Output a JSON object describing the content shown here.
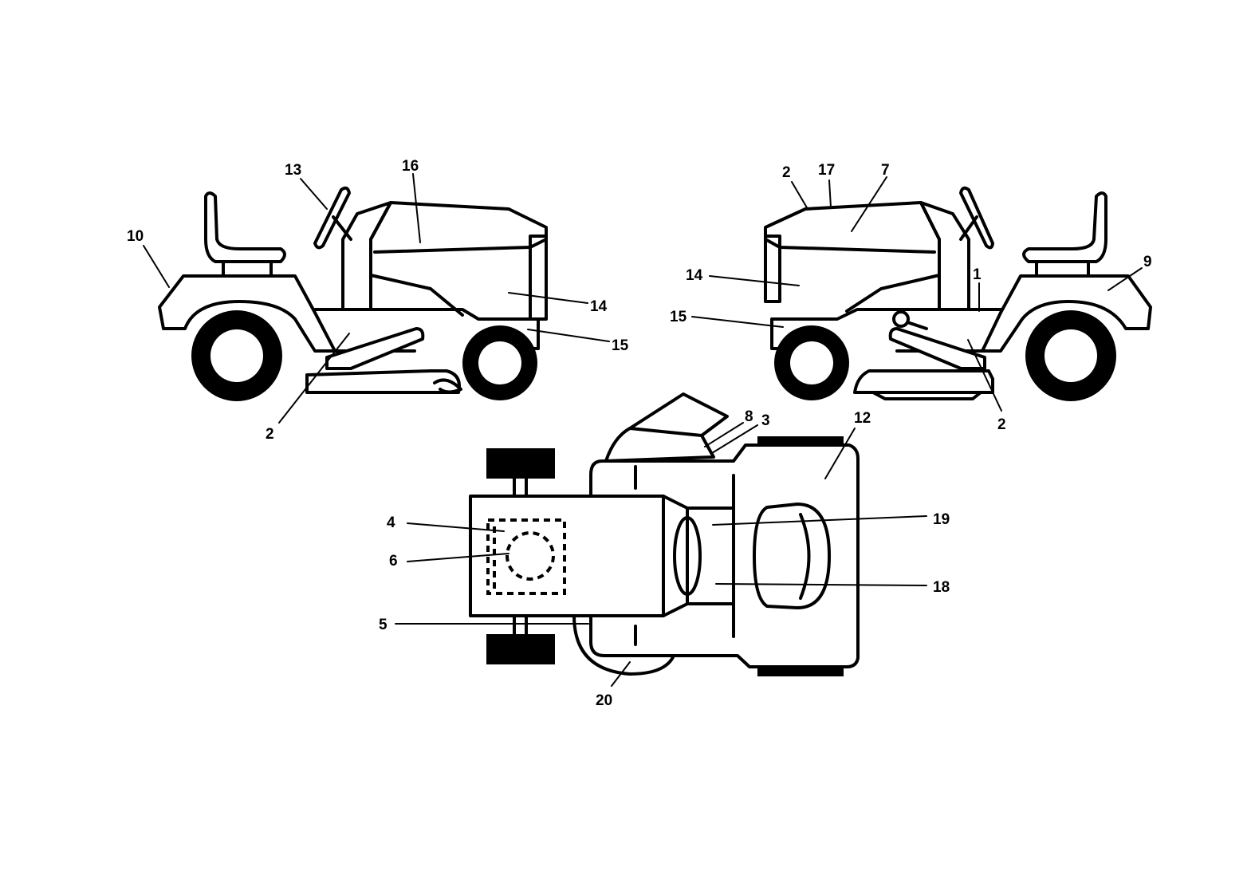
{
  "callouts": {
    "left_view": {
      "c13": "13",
      "c16": "16",
      "c10": "10",
      "c14": "14",
      "c15": "15",
      "c2": "2"
    },
    "right_view": {
      "c2_top": "2",
      "c17": "17",
      "c7": "7",
      "c14": "14",
      "c1": "1",
      "c9": "9",
      "c15": "15",
      "c2_bottom": "2"
    },
    "top_view": {
      "c8": "8",
      "c3": "3",
      "c12": "12",
      "c19": "19",
      "c18": "18",
      "c4": "4",
      "c6": "6",
      "c5": "5",
      "c20": "20"
    }
  }
}
